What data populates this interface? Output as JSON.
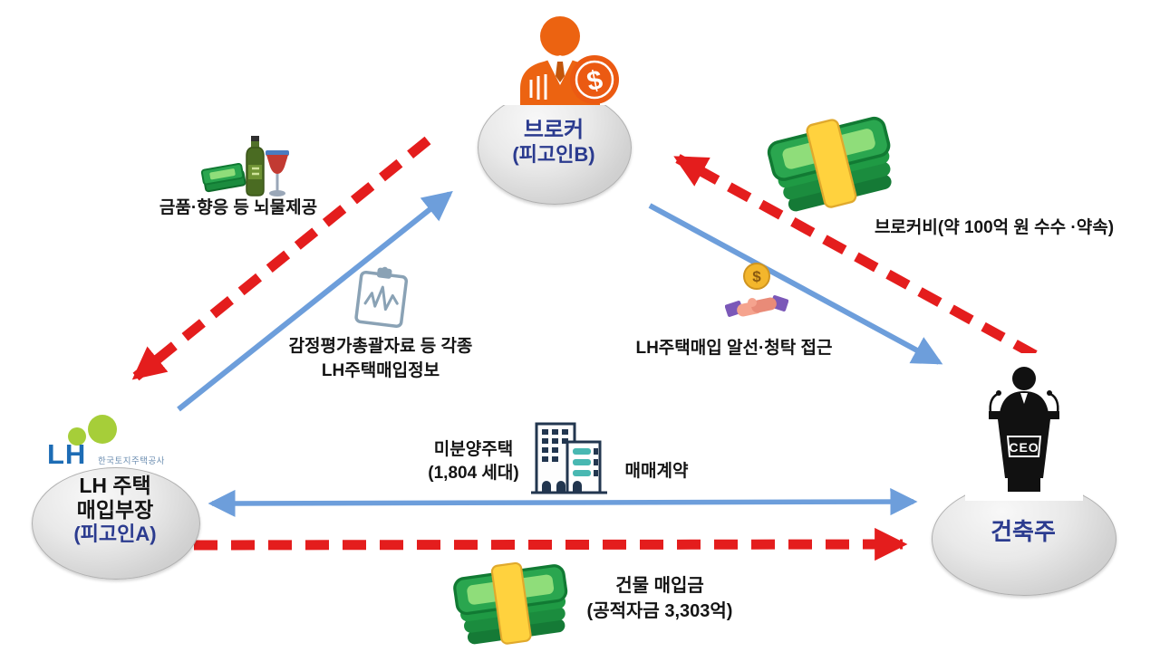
{
  "diagram": {
    "title_hint": "LH housing purchase bribery scheme diagram",
    "nodes": {
      "broker": {
        "name": "브로커",
        "defendant": "(피고인B)"
      },
      "lh_officer": {
        "logo_text": "LH",
        "org_name": "한국토지주택공사",
        "line1": "LH 주택",
        "line2": "매입부장",
        "defendant": "(피고인A)"
      },
      "builder": {
        "name": "건축주",
        "podium_text": "CEO"
      }
    },
    "edges": {
      "bribe": {
        "label": "금품·향응 등 뇌물제공"
      },
      "info": {
        "line1": "감정평가총괄자료 등 각종",
        "line2": "LH주택매입정보"
      },
      "solicit": {
        "label": "LH주택매입 알선·청탁 접근"
      },
      "broker_fee": {
        "label": "브로커비(약 100억 원 수수 ·약속)"
      },
      "contract": {
        "left1": "미분양주택",
        "left2": "(1,804 세대)",
        "right": "매매계약"
      },
      "purchase": {
        "line1": "건물 매입금",
        "line2": "(공적자금 3,303억)"
      }
    },
    "symbols": {
      "dollar": "$"
    },
    "icons": {
      "broker": "businessman-dollar-icon",
      "bribe": "cash-wine-bottle-glass-icon",
      "info": "clipboard-chart-icon",
      "solicit": "handshake-coin-icon",
      "broker_fee": "cash-stack-icon",
      "contract": "apartment-building-icon",
      "purchase": "cash-stack-icon",
      "builder": "ceo-podium-icon",
      "lh": "lh-logo"
    },
    "colors": {
      "arrow_blue": "#6d9edb",
      "arrow_red": "#e41d1d",
      "node_text_navy": "#2b3b8f",
      "lh_blue": "#1d6cb5",
      "lh_green": "#a6ce39",
      "ellipse_gray": "#d2d2d2"
    }
  }
}
